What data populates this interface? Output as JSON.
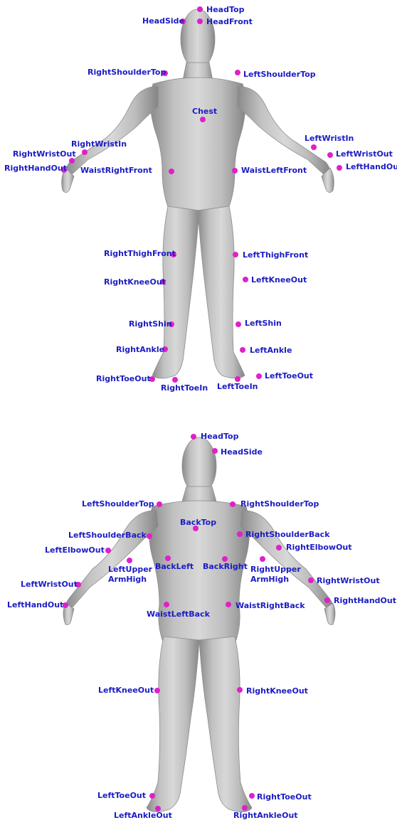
{
  "colors": {
    "marker": "#e020c8",
    "label": "#1c1cc4",
    "body_light": "#d4d4d4",
    "body_mid": "#a9a9a9",
    "body_dark": "#7a7a7a"
  },
  "front": {
    "view": "front",
    "markers": [
      {
        "id": "f-headtop",
        "label": "HeadTop"
      },
      {
        "id": "f-headside",
        "label": "HeadSide"
      },
      {
        "id": "f-headfront",
        "label": "HeadFront"
      },
      {
        "id": "f-rshtop",
        "label": "RightShoulderTop"
      },
      {
        "id": "f-lshtop",
        "label": "LeftShoulderTop"
      },
      {
        "id": "f-chest",
        "label": "Chest"
      },
      {
        "id": "f-rwristin",
        "label": "RightWristIn"
      },
      {
        "id": "f-rwristout",
        "label": "RightWristOut"
      },
      {
        "id": "f-rhandout",
        "label": "RightHandOut"
      },
      {
        "id": "f-lwristin",
        "label": "LeftWristIn"
      },
      {
        "id": "f-lwristout",
        "label": "LeftWristOut"
      },
      {
        "id": "f-lhandout",
        "label": "LeftHandOut"
      },
      {
        "id": "f-wrfront",
        "label": "WaistRightFront"
      },
      {
        "id": "f-wlfront",
        "label": "WaistLeftFront"
      },
      {
        "id": "f-rthigh",
        "label": "RightThighFront"
      },
      {
        "id": "f-lthigh",
        "label": "LeftThighFront"
      },
      {
        "id": "f-rknee",
        "label": "RightKneeOut"
      },
      {
        "id": "f-lknee",
        "label": "LeftKneeOut"
      },
      {
        "id": "f-rshin",
        "label": "RightShin"
      },
      {
        "id": "f-lshin",
        "label": "LeftShin"
      },
      {
        "id": "f-rankle",
        "label": "RightAnkle"
      },
      {
        "id": "f-lankle",
        "label": "LeftAnkle"
      },
      {
        "id": "f-rtoeout",
        "label": "RightToeOut"
      },
      {
        "id": "f-rtoein",
        "label": "RightToeIn"
      },
      {
        "id": "f-ltoein",
        "label": "LeftToeIn"
      },
      {
        "id": "f-ltoeout",
        "label": "LeftToeOut"
      }
    ]
  },
  "back": {
    "view": "back",
    "markers": [
      {
        "id": "b-headtop",
        "label": "HeadTop"
      },
      {
        "id": "b-headside",
        "label": "HeadSide"
      },
      {
        "id": "b-lshtop",
        "label": "LeftShoulderTop"
      },
      {
        "id": "b-rshtop",
        "label": "RightShoulderTop"
      },
      {
        "id": "b-backtop",
        "label": "BackTop"
      },
      {
        "id": "b-lshback",
        "label": "LeftShoulderBack"
      },
      {
        "id": "b-rshback",
        "label": "RightShoulderBack"
      },
      {
        "id": "b-lelbow",
        "label": "LeftElbowOut"
      },
      {
        "id": "b-relbow",
        "label": "RightElbowOut"
      },
      {
        "id": "b-lupper",
        "label": "LeftUpper ArmHigh"
      },
      {
        "id": "b-backleft",
        "label": "BackLeft"
      },
      {
        "id": "b-backright",
        "label": "BackRight"
      },
      {
        "id": "b-rupper",
        "label": "RightUpper ArmHigh"
      },
      {
        "id": "b-lwristout",
        "label": "LeftWristOut"
      },
      {
        "id": "b-rwristout",
        "label": "RightWristOut"
      },
      {
        "id": "b-lhandout",
        "label": "LeftHandOut"
      },
      {
        "id": "b-rhandout",
        "label": "RightHandOut"
      },
      {
        "id": "b-wlback",
        "label": "WaistLeftBack"
      },
      {
        "id": "b-wrback",
        "label": "WaistRightBack"
      },
      {
        "id": "b-lknee",
        "label": "LeftKneeOut"
      },
      {
        "id": "b-rknee",
        "label": "RightKneeOut"
      },
      {
        "id": "b-ltoeout",
        "label": "LeftToeOut"
      },
      {
        "id": "b-rtoeout",
        "label": "RightToeOut"
      },
      {
        "id": "b-lankle",
        "label": "LeftAnkleOut"
      },
      {
        "id": "b-rankle",
        "label": "RightAnkleOut"
      }
    ]
  }
}
